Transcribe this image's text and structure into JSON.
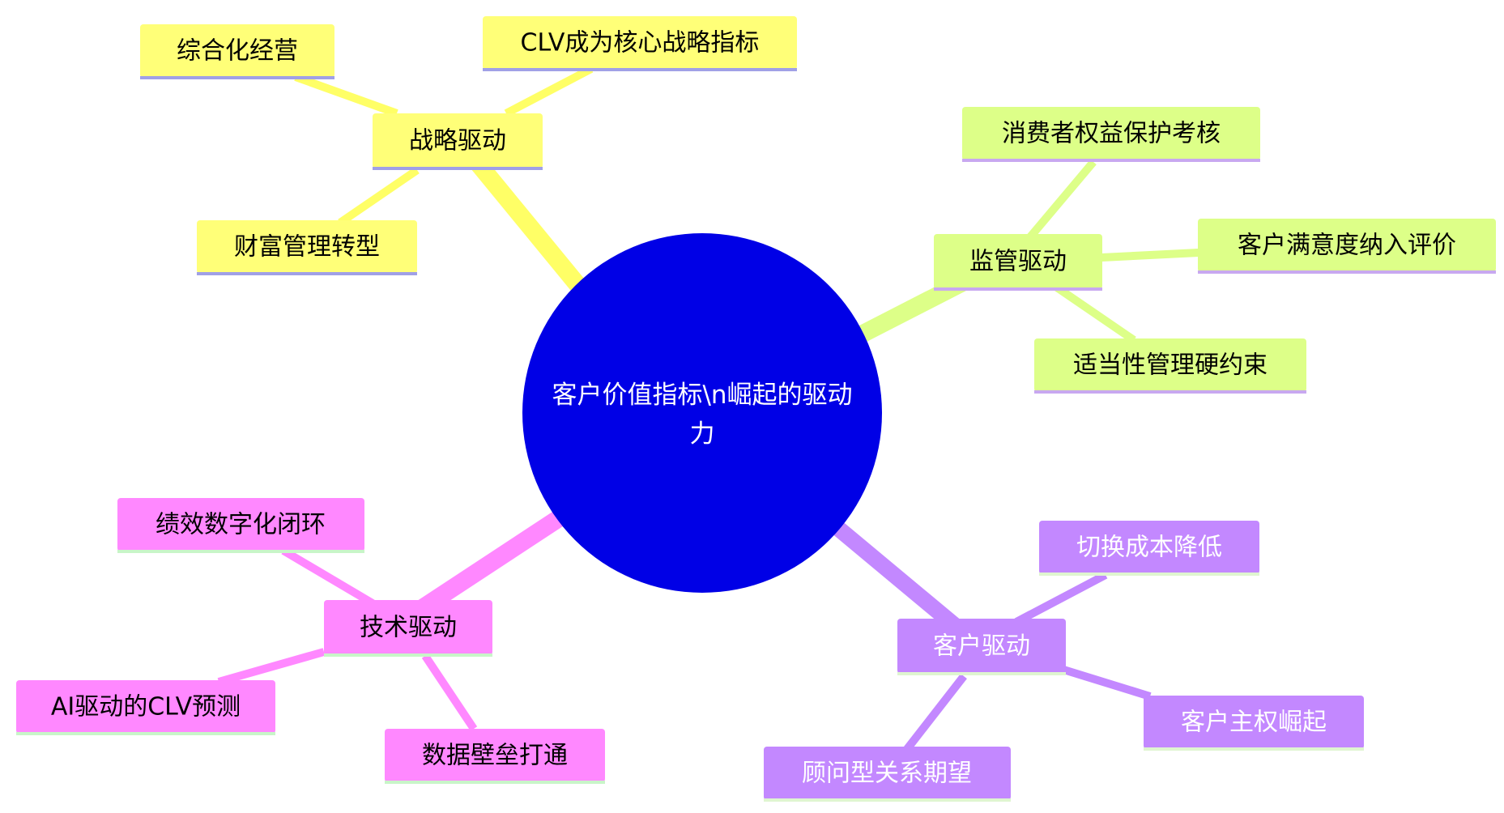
{
  "diagram": {
    "root": {
      "lines": [
        "客户价值指标\\n崛起的驱动",
        "力"
      ],
      "color": "#0000e6",
      "text_color": "#ffffff"
    },
    "branches": [
      {
        "label": "战略驱动",
        "color": "#ffff78",
        "underline": "#a0a0e6",
        "edge": "#ffff66",
        "text_color": "#000000",
        "children": [
          {
            "label": "综合化经营"
          },
          {
            "label": "CLV成为核心战略指标"
          },
          {
            "label": "财富管理转型"
          }
        ]
      },
      {
        "label": "监管驱动",
        "color": "#ddff88",
        "underline": "#c8a8f0",
        "edge": "#ddff88",
        "text_color": "#000000",
        "children": [
          {
            "label": "消费者权益保护考核"
          },
          {
            "label": "客户满意度纳入评价"
          },
          {
            "label": "适当性管理硬约束"
          }
        ]
      },
      {
        "label": "技术驱动",
        "color": "#ff88ff",
        "underline": "#c8f5c8",
        "edge": "#ff88ff",
        "text_color": "#000000",
        "children": [
          {
            "label": "绩效数字化闭环"
          },
          {
            "label": "AI驱动的CLV预测"
          },
          {
            "label": "数据壁垒打通"
          }
        ]
      },
      {
        "label": "客户驱动",
        "color": "#c388ff",
        "underline": "#dff5d0",
        "edge": "#c388ff",
        "text_color": "#ffffff",
        "children": [
          {
            "label": "切换成本降低"
          },
          {
            "label": "客户主权崛起"
          },
          {
            "label": "顾问型关系期望"
          }
        ]
      }
    ]
  }
}
